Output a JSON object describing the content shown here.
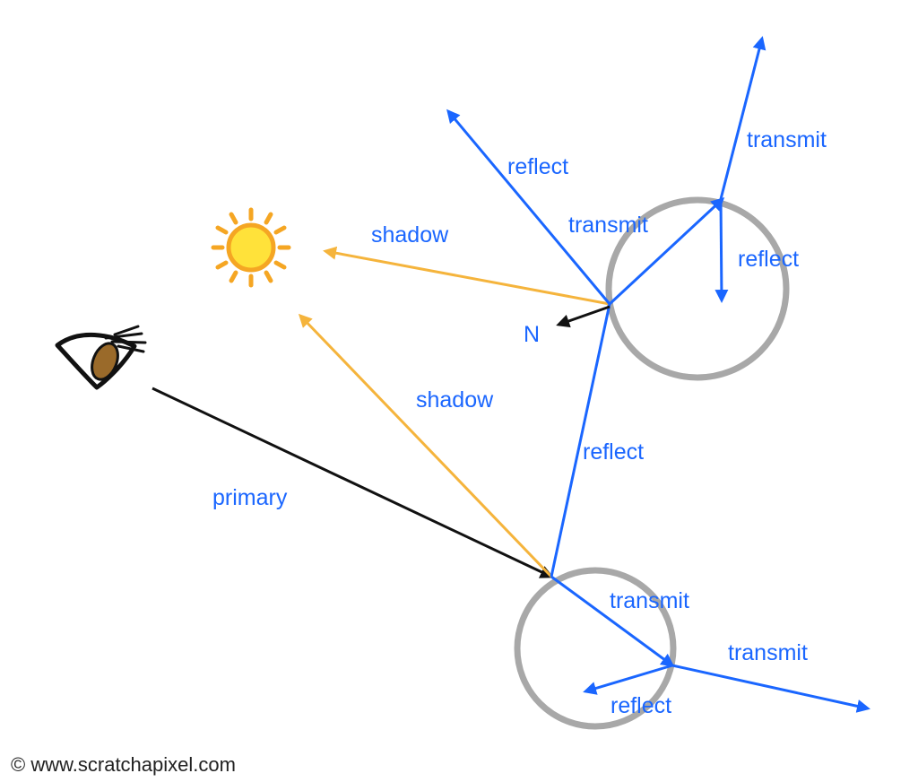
{
  "colors": {
    "ray_blue": "#1a66ff",
    "shadow_orange": "#f5b43c",
    "primary_black": "#111111",
    "sphere_gray": "#a8a8a8",
    "sun_yellow": "#ffe23a",
    "sun_ring": "#f5a623"
  },
  "labels": {
    "primary": "primary",
    "shadow": "shadow",
    "reflect": "reflect",
    "transmit": "transmit",
    "normal": "N"
  },
  "credit": "© www.scratchapixel.com",
  "icons": {
    "eye": "eye-icon",
    "sun": "sun-icon"
  }
}
